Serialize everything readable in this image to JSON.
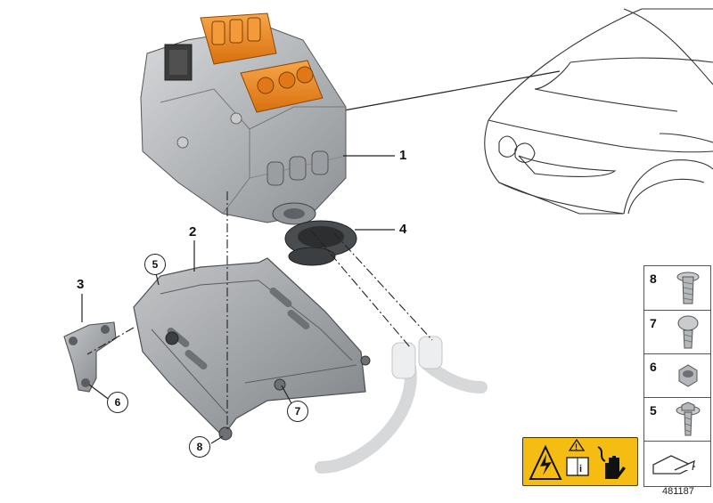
{
  "diagram": {
    "diagram_id": "481187",
    "part_callouts": [
      "1",
      "2",
      "3",
      "4"
    ],
    "screw_callouts": [
      "5",
      "6",
      "7",
      "8"
    ],
    "legend": [
      {
        "label": "8",
        "icon": "torx-flange-screw-icon"
      },
      {
        "label": "7",
        "icon": "torx-button-screw-icon"
      },
      {
        "label": "6",
        "icon": "hex-nut-icon"
      },
      {
        "label": "5",
        "icon": "hex-flange-bolt-icon"
      },
      {
        "label": "",
        "icon": "arrow-direction-icon"
      }
    ],
    "warning_icons": [
      "high-voltage-warning-icon",
      "read-manual-icon",
      "hand-hazard-icon"
    ],
    "colors": {
      "housing": "#b9bcbf",
      "connector": "#f08c1e",
      "warning": "#f5bd12",
      "line": "#222222"
    }
  }
}
